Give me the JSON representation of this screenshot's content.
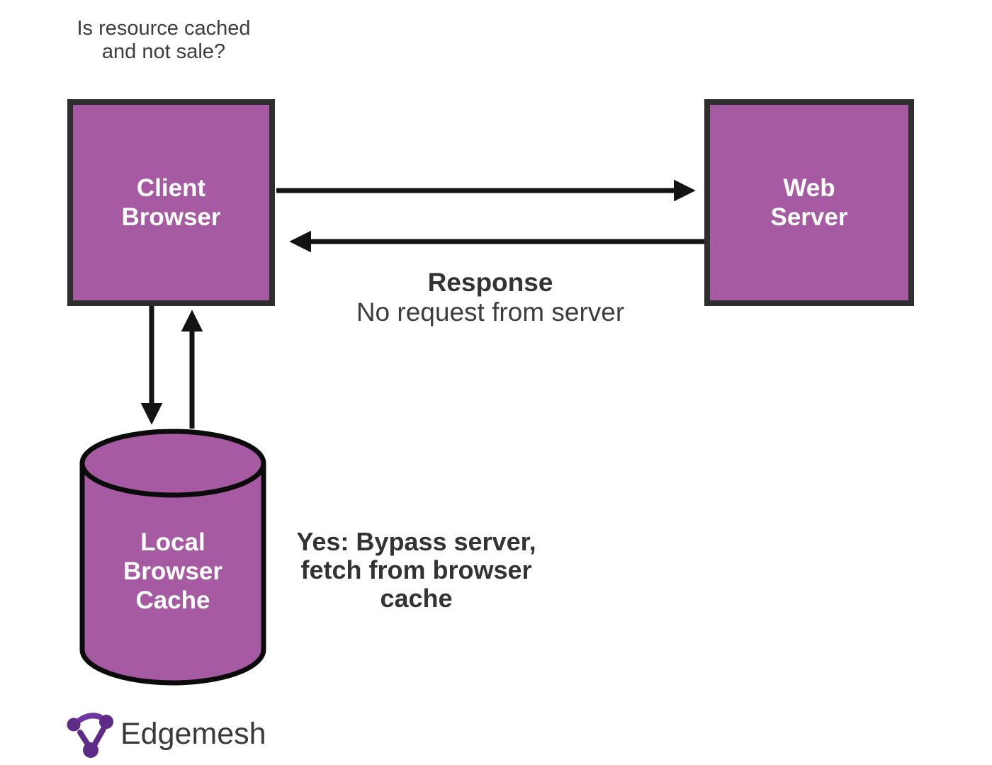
{
  "question": {
    "lines": [
      "Is resource cached",
      "and not sale?"
    ]
  },
  "nodes": {
    "client_browser": {
      "lines": [
        "Client",
        "Browser"
      ]
    },
    "web_server": {
      "lines": [
        "Web",
        "Server"
      ]
    },
    "local_browser_cache": {
      "lines": [
        "Local",
        "Browser",
        "Cache"
      ]
    }
  },
  "annotations": {
    "response_title": "Response",
    "response_subtitle": "No request from server",
    "yes_lines": [
      "Yes: Bypass server,",
      "fetch from browser",
      "cache"
    ]
  },
  "colors": {
    "node_fill": "#a55aa2",
    "node_border": "#2e2e2e",
    "arrow": "#131313",
    "cylinder_stroke": "#0b0b0b",
    "text_dark": "#3d3d3d",
    "node_text": "#ffffff",
    "logo_purple": "#5e2b87",
    "logo_purple_light": "#6f35a0",
    "brand_text": "#3a3a3a"
  },
  "logo": {
    "brand": "Edgemesh"
  }
}
